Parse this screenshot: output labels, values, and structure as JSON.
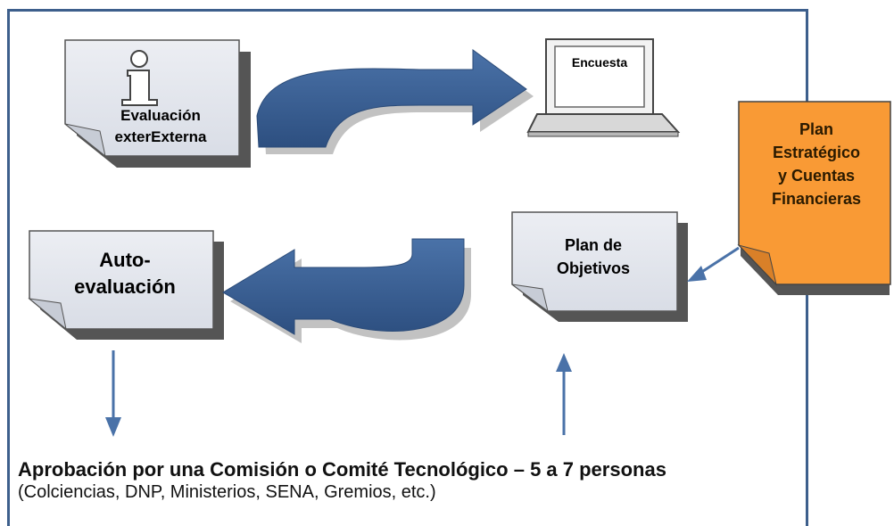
{
  "boxes": {
    "evaluacion_externa": "Evaluación\nexterExterna",
    "encuesta": "Encuesta",
    "plan_estrategico": "Plan\nEstratégico\ny Cuentas\nFinancieras",
    "autoevaluacion": "Auto-\nevaluación",
    "plan_objetivos": "Plan de\nObjetivos"
  },
  "caption": {
    "main": "Aprobación por una Comisión o Comité Tecnológico – 5 a 7 personas",
    "sub": "(Colciencias, DNP, Ministerios, SENA, Gremios, etc.)"
  },
  "colors": {
    "frame": "#3d5f8c",
    "arrow_fill": "#3b5f90",
    "note_fill": "#e4e7ee",
    "note_orange": "#f99a35"
  },
  "icons": [
    "info-icon",
    "laptop-icon"
  ]
}
